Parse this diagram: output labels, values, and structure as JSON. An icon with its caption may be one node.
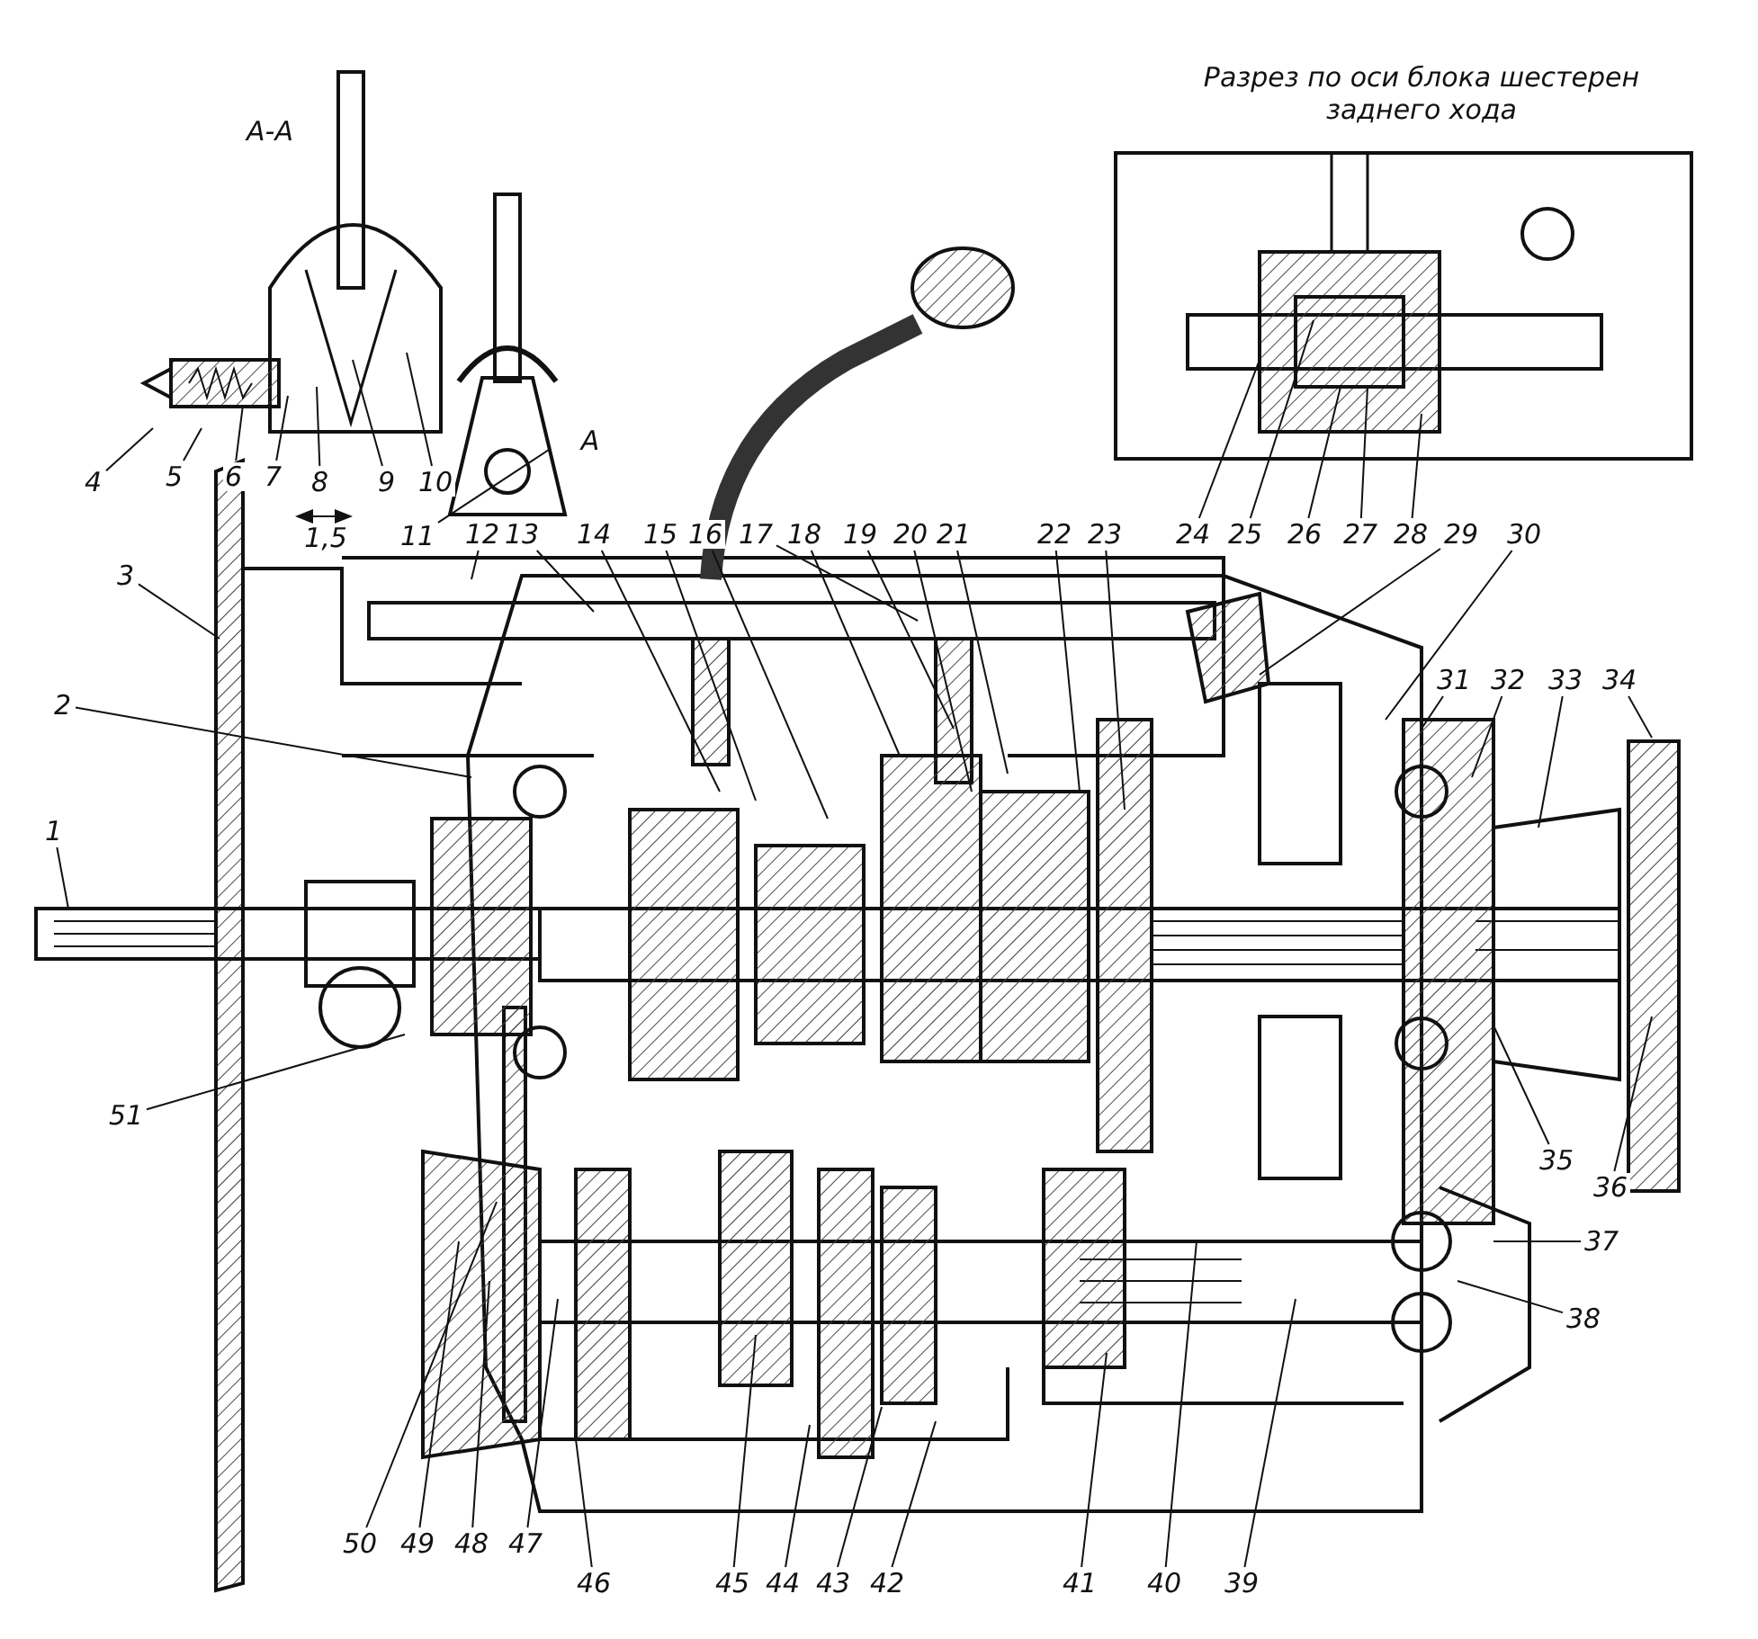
{
  "diagram": {
    "nodes": [
      {
        "text": [
          "1"
        ]
      },
      {
        "text": [
          "2"
        ]
      },
      {
        "text": [
          "3"
        ]
      },
      {
        "text": [
          "4"
        ]
      },
      {
        "text": [
          "5"
        ]
      },
      {
        "text": [
          "6"
        ]
      },
      {
        "text": [
          "7"
        ]
      },
      {
        "text": [
          "8"
        ]
      },
      {
        "text": [
          "9"
        ]
      },
      {
        "text": [
          "10"
        ]
      },
      {
        "text": [
          "11"
        ]
      },
      {
        "text": [
          "12"
        ]
      },
      {
        "text": [
          "13"
        ]
      },
      {
        "text": [
          "14"
        ]
      },
      {
        "text": [
          "15"
        ]
      },
      {
        "text": [
          "16"
        ]
      },
      {
        "text": [
          "17"
        ]
      },
      {
        "text": [
          "18"
        ]
      },
      {
        "text": [
          "19"
        ]
      },
      {
        "text": [
          "20"
        ]
      },
      {
        "text": [
          "21"
        ]
      },
      {
        "text": [
          "22"
        ]
      },
      {
        "text": [
          "23"
        ]
      },
      {
        "text": [
          "24"
        ]
      },
      {
        "text": [
          "25"
        ]
      },
      {
        "text": [
          "26"
        ]
      },
      {
        "text": [
          "27"
        ]
      },
      {
        "text": [
          "28"
        ]
      },
      {
        "text": [
          "29"
        ]
      },
      {
        "text": [
          "30"
        ]
      },
      {
        "text": [
          "31"
        ]
      },
      {
        "text": [
          "32"
        ]
      },
      {
        "text": [
          "33"
        ]
      },
      {
        "text": [
          "34"
        ]
      },
      {
        "text": [
          "35"
        ]
      },
      {
        "text": [
          "36"
        ]
      },
      {
        "text": [
          "37"
        ]
      },
      {
        "text": [
          "38"
        ]
      },
      {
        "text": [
          "39"
        ]
      },
      {
        "text": [
          "40"
        ]
      },
      {
        "text": [
          "41"
        ]
      },
      {
        "text": [
          "42"
        ]
      },
      {
        "text": [
          "43"
        ]
      },
      {
        "text": [
          "44"
        ]
      },
      {
        "text": [
          "45"
        ]
      },
      {
        "text": [
          "46"
        ]
      },
      {
        "text": [
          "47"
        ]
      },
      {
        "text": [
          "48"
        ]
      },
      {
        "text": [
          "49"
        ]
      },
      {
        "text": [
          "50"
        ]
      },
      {
        "text": [
          "51"
        ]
      }
    ],
    "edges": [
      {
        "from": 0,
        "to": null,
        "arrow": "none"
      },
      {
        "from": 1,
        "to": null,
        "arrow": "none"
      },
      {
        "from": 2,
        "to": null,
        "arrow": "none"
      },
      {
        "from": 3,
        "to": null,
        "arrow": "none"
      },
      {
        "from": 4,
        "to": null,
        "arrow": "none"
      },
      {
        "from": 5,
        "to": null,
        "arrow": "none"
      },
      {
        "from": 6,
        "to": null,
        "arrow": "none"
      },
      {
        "from": 7,
        "to": null,
        "arrow": "none"
      },
      {
        "from": 8,
        "to": null,
        "arrow": "none"
      },
      {
        "from": 9,
        "to": null,
        "arrow": "none"
      },
      {
        "from": 10,
        "to": null,
        "arrow": "none"
      },
      {
        "from": 11,
        "to": null,
        "arrow": "none"
      },
      {
        "from": 12,
        "to": null,
        "arrow": "none"
      },
      {
        "from": 13,
        "to": null,
        "arrow": "none"
      },
      {
        "from": 14,
        "to": null,
        "arrow": "none"
      },
      {
        "from": 15,
        "to": null,
        "arrow": "none"
      },
      {
        "from": 16,
        "to": null,
        "arrow": "none"
      },
      {
        "from": 17,
        "to": null,
        "arrow": "none"
      },
      {
        "from": 18,
        "to": null,
        "arrow": "none"
      },
      {
        "from": 19,
        "to": null,
        "arrow": "none"
      },
      {
        "from": 20,
        "to": null,
        "arrow": "none"
      },
      {
        "from": 21,
        "to": null,
        "arrow": "none"
      },
      {
        "from": 22,
        "to": null,
        "arrow": "none"
      },
      {
        "from": 23,
        "to": null,
        "arrow": "none"
      },
      {
        "from": 24,
        "to": null,
        "arrow": "none"
      },
      {
        "from": 25,
        "to": null,
        "arrow": "none"
      },
      {
        "from": 26,
        "to": null,
        "arrow": "none"
      },
      {
        "from": 27,
        "to": null,
        "arrow": "none"
      },
      {
        "from": 28,
        "to": null,
        "arrow": "none"
      },
      {
        "from": 29,
        "to": null,
        "arrow": "none"
      },
      {
        "from": 30,
        "to": null,
        "arrow": "none"
      },
      {
        "from": 31,
        "to": null,
        "arrow": "none"
      },
      {
        "from": 32,
        "to": null,
        "arrow": "none"
      },
      {
        "from": 33,
        "to": null,
        "arrow": "none"
      },
      {
        "from": 34,
        "to": null,
        "arrow": "none"
      },
      {
        "from": 35,
        "to": null,
        "arrow": "none"
      },
      {
        "from": 36,
        "to": null,
        "arrow": "none"
      },
      {
        "from": 37,
        "to": null,
        "arrow": "none"
      },
      {
        "from": 38,
        "to": null,
        "arrow": "none"
      },
      {
        "from": 39,
        "to": null,
        "arrow": "none"
      },
      {
        "from": 40,
        "to": null,
        "arrow": "none"
      },
      {
        "from": 41,
        "to": null,
        "arrow": "none"
      },
      {
        "from": 42,
        "to": null,
        "arrow": "none"
      },
      {
        "from": 43,
        "to": null,
        "arrow": "none"
      },
      {
        "from": 44,
        "to": null,
        "arrow": "none"
      },
      {
        "from": 45,
        "to": null,
        "arrow": "none"
      },
      {
        "from": 46,
        "to": null,
        "arrow": "none"
      },
      {
        "from": 47,
        "to": null,
        "arrow": "none"
      },
      {
        "from": 48,
        "to": null,
        "arrow": "none"
      },
      {
        "from": 49,
        "to": null,
        "arrow": "none"
      },
      {
        "from": 50,
        "to": null,
        "arrow": "none"
      }
    ],
    "labels": [
      "Разрез по оси блока шестерен заднего хода",
      "А-А",
      "А",
      "1,5"
    ]
  }
}
